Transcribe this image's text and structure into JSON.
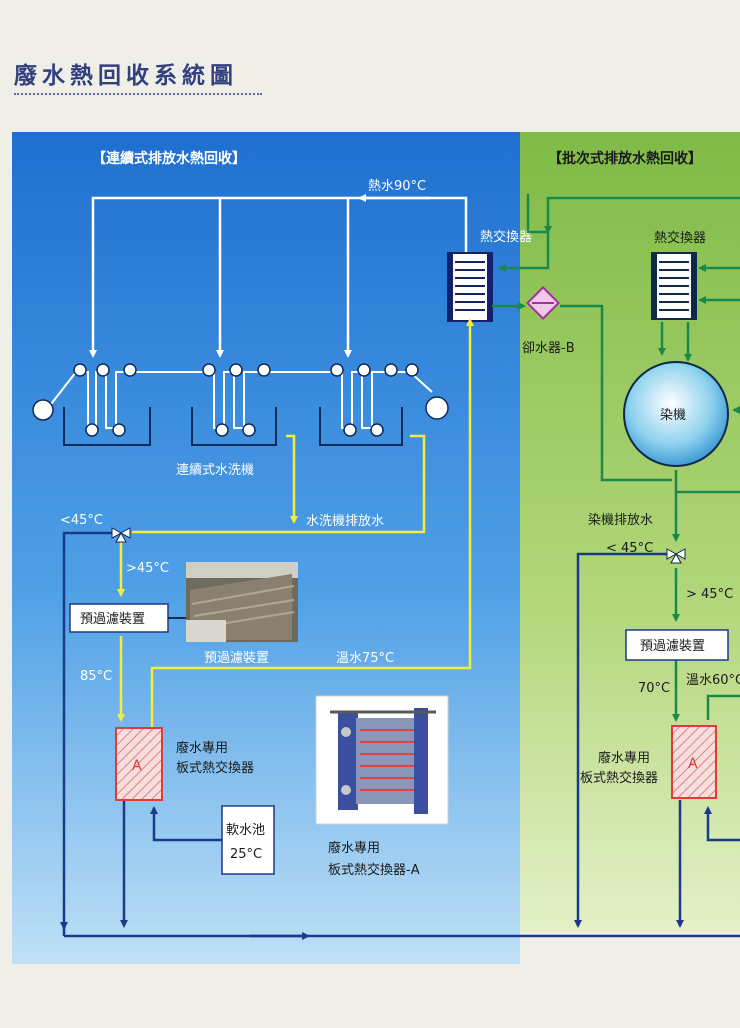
{
  "page_title": "廢水熱回收系統圖",
  "left": {
    "section_title": "【連續式排放水熱回收】",
    "hot_water": "熱水90°C",
    "heat_exchanger": "熱交換器",
    "washer": "連續式水洗機",
    "washer_drain": "水洗機排放水",
    "temp_low": "<45°C",
    "temp_high": ">45°C",
    "prefilter_box": "預過濾裝置",
    "prefilter_photo_caption": "預過濾裝置",
    "temp_85": "85°C",
    "warm_water": "溫水75°C",
    "hx_box_letter": "A",
    "hx_box_line1": "廢水專用",
    "hx_box_line2": "板式熱交換器",
    "soft_tank_line1": "軟水池",
    "soft_tank_line2": "25°C",
    "photo_caption_line1": "廢水專用",
    "photo_caption_line2": "板式熱交換器-A"
  },
  "right": {
    "section_title": "【批次式排放水熱回收】",
    "heat_exchanger": "熱交換器",
    "cooler": "卻水器-B",
    "dye_machine": "染機",
    "dye_drain": "染機排放水",
    "temp_low": "< 45°C",
    "temp_high": "> 45°C",
    "prefilter_box": "預過濾裝置",
    "temp_70": "70°C",
    "warm_water": "溫水60°C",
    "hx_box_letter": "A",
    "hx_box_line1": "廢水專用",
    "hx_box_line2": "板式熱交換器"
  },
  "colors": {
    "left_bg": "#1f6fd0",
    "right_bg": "#8ec456",
    "hot_line": "#ffffff",
    "warm_line": "#f2ee3a",
    "cold_line": "#1a3a8a",
    "green_line": "#1a8a4a",
    "hx_red": "#e03a3a"
  }
}
